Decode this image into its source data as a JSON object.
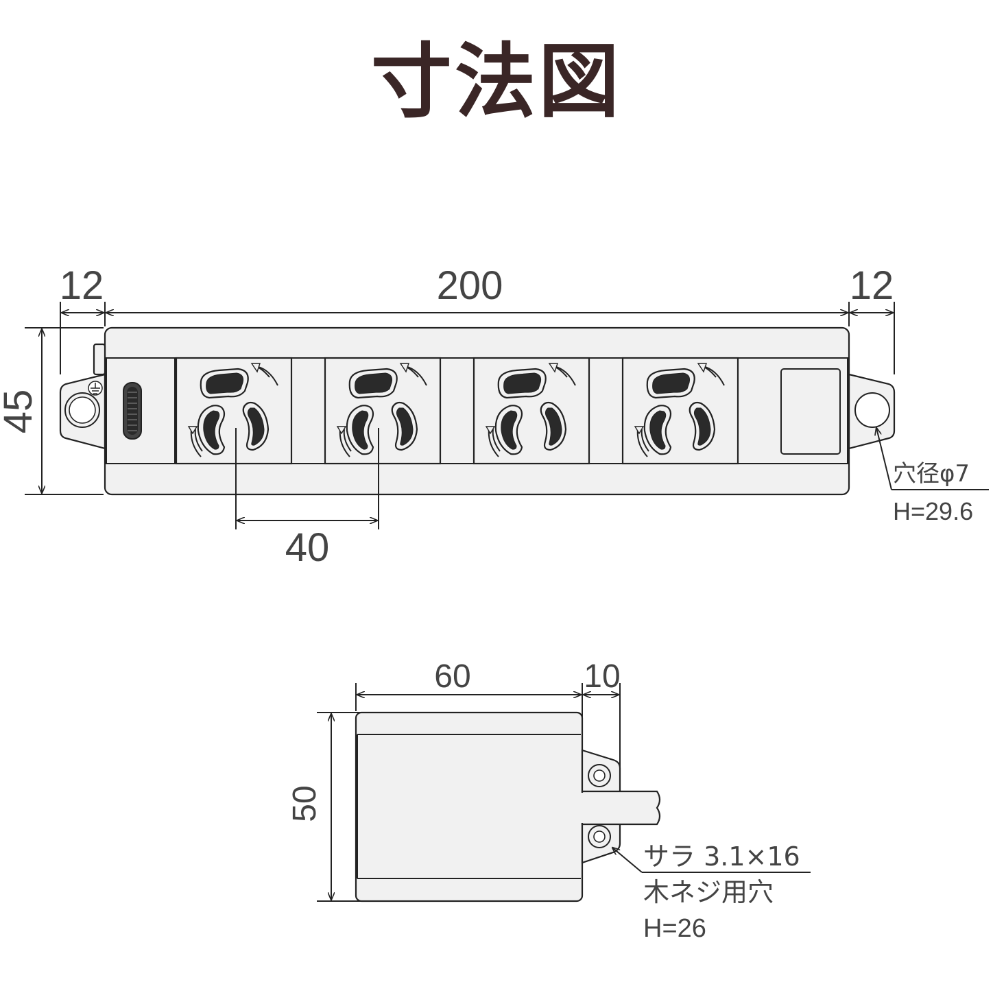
{
  "title": "寸法図",
  "top_view": {
    "dims": {
      "left_tab": "12",
      "length": "200",
      "right_tab": "12",
      "height": "45",
      "pitch": "40"
    },
    "hole_note": {
      "line1": "穴径φ7",
      "line2": "H=29.6"
    },
    "outlet_count": 4
  },
  "side_view": {
    "dims": {
      "width": "60",
      "tab": "10",
      "height": "50"
    },
    "screw_note": {
      "line1": "サラ 3.1×16",
      "line2": "木ネジ用穴",
      "line3": "H=26"
    }
  },
  "colors": {
    "title": "#3a2626",
    "dimension_text": "#444444",
    "body_fill": "#f1f1f1",
    "socket_slot": "#2a2a2a"
  }
}
